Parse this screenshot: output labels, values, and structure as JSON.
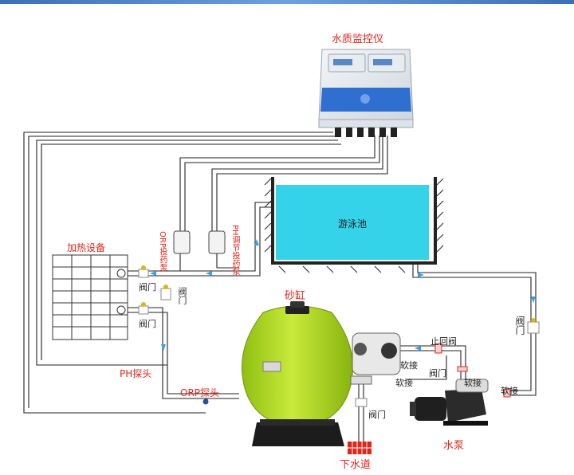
{
  "labels": {
    "controller": "水质监控仪",
    "pool": "游泳池",
    "heater": "加热设备",
    "sand_tank": "砂缸",
    "ph_probe": "PH探头",
    "orp_probe": "ORP探头",
    "drain": "下水道",
    "pump": "水泵",
    "check_valve": "止回阀",
    "orp_dosing_pump": "ORP投药泵",
    "ph_dosing_pump": "PH调节投药泵",
    "valve": "阀门",
    "soft_joint": "软接"
  },
  "colors": {
    "pool_water": "#34d3ea",
    "tank_body": "#b3dc1f",
    "pipe": "#222222",
    "flow_arrow": "#3aa0e0",
    "label_red": "#e0251b",
    "controller_blue": "#2f6fd0"
  }
}
